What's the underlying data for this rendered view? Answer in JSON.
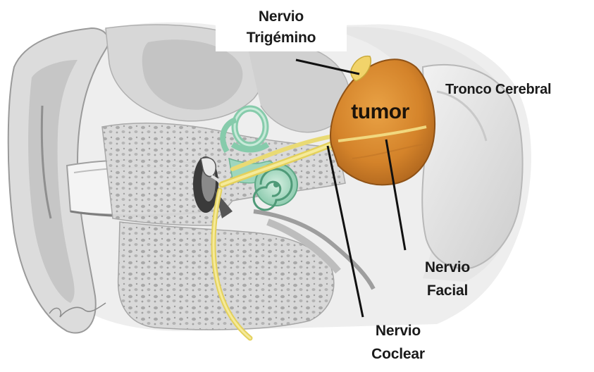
{
  "labels": {
    "trigeminal_line1": "Nervio",
    "trigeminal_line2": "Trigémino",
    "brainstem": "Tronco Cerebral",
    "tumor": "tumor",
    "facial_line1": "Nervio",
    "facial_line2": "Facial",
    "cochlear_line1": "Nervio",
    "cochlear_line2": "Coclear"
  },
  "colors": {
    "tumor": "#d8892e",
    "tumor_dark": "#a9621c",
    "nerve": "#f0e27a",
    "inner_ear": "#9ed6bd",
    "bone": "#e3e3e3",
    "tissue": "#cfcfcf",
    "label_text": "#1a1a1a",
    "pointer_line": "#111111"
  }
}
